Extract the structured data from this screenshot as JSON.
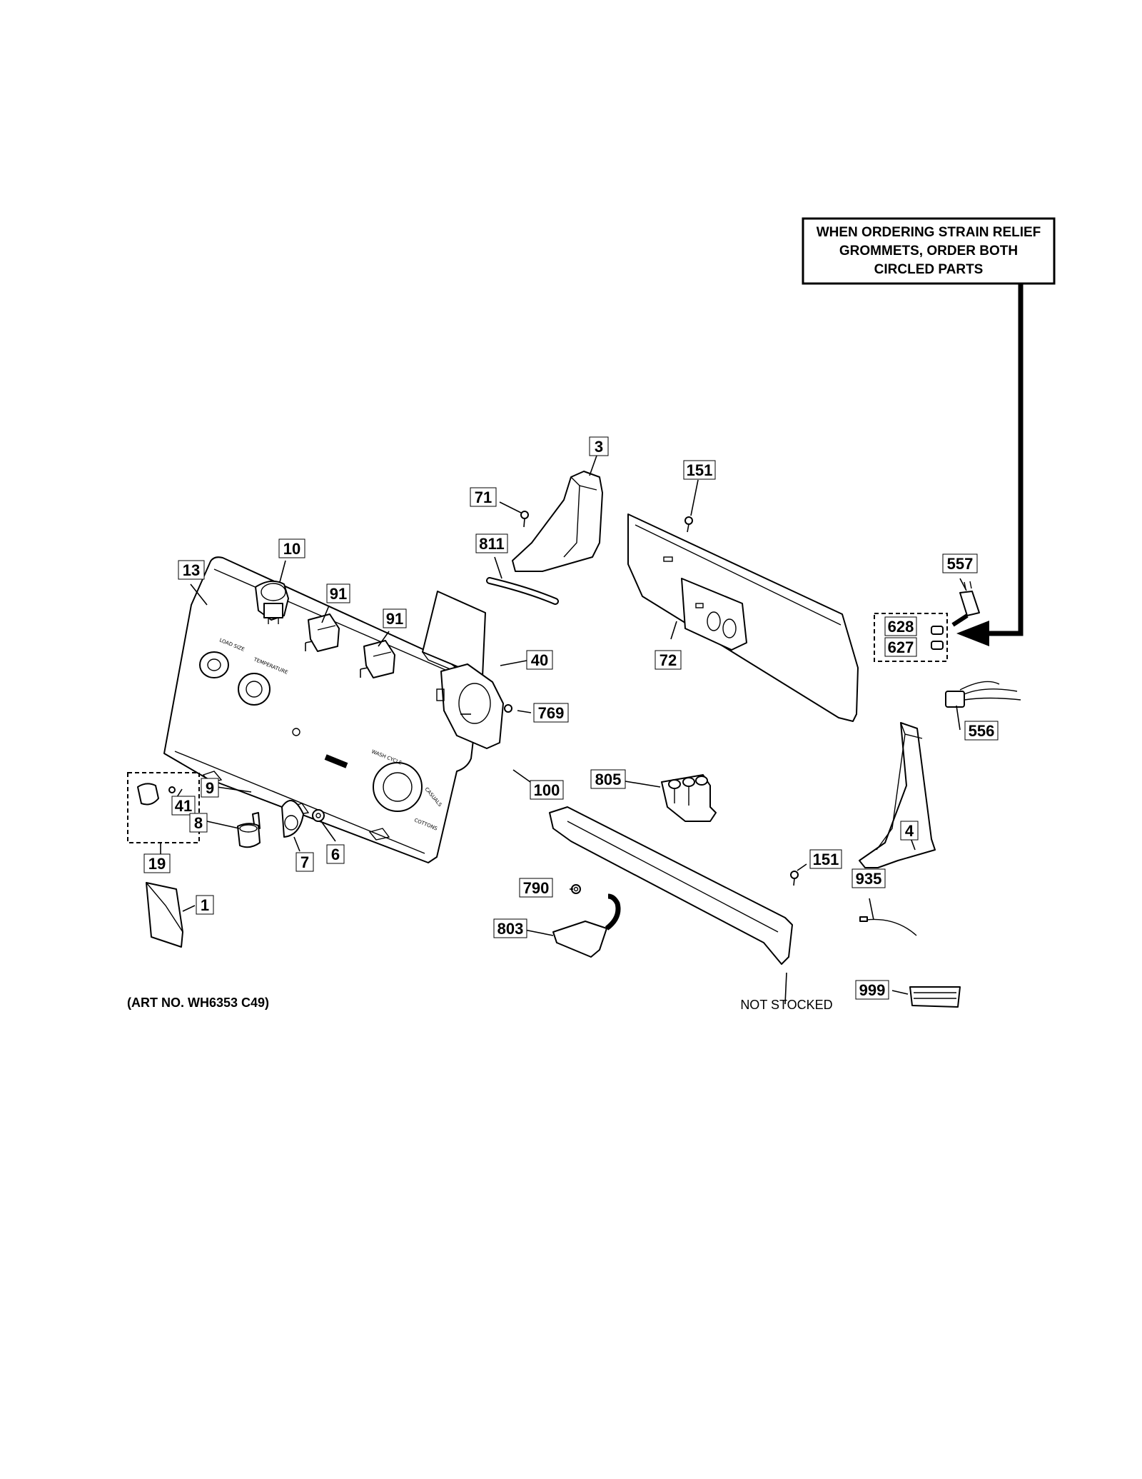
{
  "callout_labels": {
    "p1": "1",
    "p3": "3",
    "p4": "4",
    "p6": "6",
    "p7": "7",
    "p8": "8",
    "p9": "9",
    "p10": "10",
    "p13": "13",
    "p19": "19",
    "p40": "40",
    "p41": "41",
    "p71": "71",
    "p72": "72",
    "p91a": "91",
    "p91b": "91",
    "p100": "100",
    "p151a": "151",
    "p151b": "151",
    "p556": "556",
    "p557": "557",
    "p627": "627",
    "p628": "628",
    "p769": "769",
    "p790": "790",
    "p803": "803",
    "p805": "805",
    "p811": "811",
    "p935": "935",
    "p999": "999"
  },
  "note": {
    "line1": "WHEN ORDERING STRAIN RELIEF",
    "line2": "GROMMETS, ORDER BOTH",
    "line3": "CIRCLED PARTS"
  },
  "not_stocked": "NOT STOCKED",
  "art_number": "(ART NO. WH6353 C49)"
}
